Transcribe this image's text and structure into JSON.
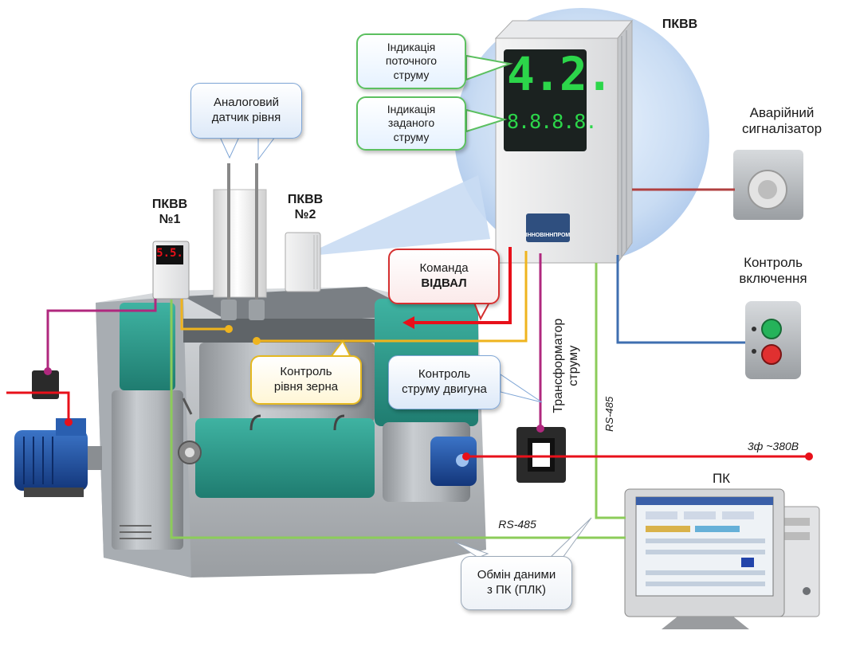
{
  "labels": {
    "pkvv_main": "ПКВВ",
    "pkvv1_line1": "ПКВВ",
    "pkvv1_line2": "№1",
    "pkvv2_line1": "ПКВВ",
    "pkvv2_line2": "№2",
    "alarm_line1": "Аварійний",
    "alarm_line2": "сигналізатор",
    "power_line1": "Контроль",
    "power_line2": "включення",
    "transformer_line1": "Трансформатор",
    "transformer_line2": "струму",
    "rs485_vertical": "RS-485",
    "rs485_bottom": "RS-485",
    "voltage": "3ф ~380В",
    "pc": "ПК"
  },
  "callouts": {
    "current_ind": [
      "Індикація",
      "поточного",
      "струму"
    ],
    "set_ind": [
      "Індикація",
      "заданого",
      "струму"
    ],
    "analog_sensor": [
      "Аналоговий",
      "датчик рівня"
    ],
    "command_line1": "Команда",
    "command_line2": "ВІДВАЛ",
    "grain_level": [
      "Контроль",
      "рівня зерна"
    ],
    "motor_current": [
      "Контроль",
      "струму двигуна"
    ],
    "data_exchange": [
      "Обмін даними",
      "з ПК (ПЛК)"
    ]
  },
  "display": {
    "current_value": "4.2.",
    "set_value": "8.8.8.8.",
    "small_display": "5.5.",
    "brand": "ІННОВІННПРОМ"
  },
  "colors": {
    "red_line": "#e8101a",
    "magenta_line": "#b0287e",
    "yellow_line": "#efb41e",
    "blue_line": "#3f6fb0",
    "green_line": "#8ccc5a",
    "alarm_line": "#b04040",
    "machine_green": "#2f9e8e",
    "led_green": "#2cd64a"
  }
}
